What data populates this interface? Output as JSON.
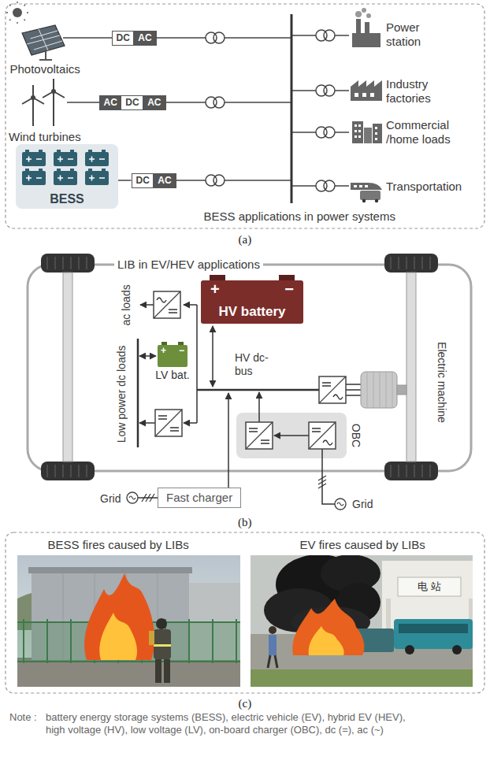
{
  "diagram": {
    "nodes": [
      {
        "text": [
          "DC",
          "AC"
        ]
      },
      {
        "text": [
          "AC",
          "DC",
          "AC"
        ]
      },
      {
        "text": [
          "BESS"
        ]
      },
      {
        "text": [
          "DC",
          "AC"
        ]
      },
      {
        "text": [
          "+",
          "−",
          "HV battery"
        ]
      },
      {
        "text": [
          "+",
          "−",
          "LV bat."
        ]
      },
      {
        "text": [
          "Fast charger"
        ]
      },
      {
        "text": [
          "OBC"
        ]
      }
    ],
    "edges": [
      {
        "from": 2,
        "to": 3,
        "arrow": "none"
      }
    ],
    "labels": [
      "Photovoltaics",
      "Wind turbines",
      "Power station",
      "Industry factories",
      "Commercial /home loads",
      "Transportation",
      "BESS applications in power systems",
      "(a)",
      "LIB in EV/HEV applications",
      "ac loads",
      "Low power dc loads",
      "HV dc-bus",
      "Electric machine",
      "Grid",
      "Grid",
      "(b)",
      "BESS fires caused by LIBs",
      "EV fires caused by LIBs",
      "电 站",
      "(c)",
      "Note :",
      "battery energy storage systems (BESS), electric vehicle (EV), hybrid EV (HEV), high voltage (HV), low voltage (LV), on-board charger (OBC), dc (=), ac (~)"
    ]
  }
}
